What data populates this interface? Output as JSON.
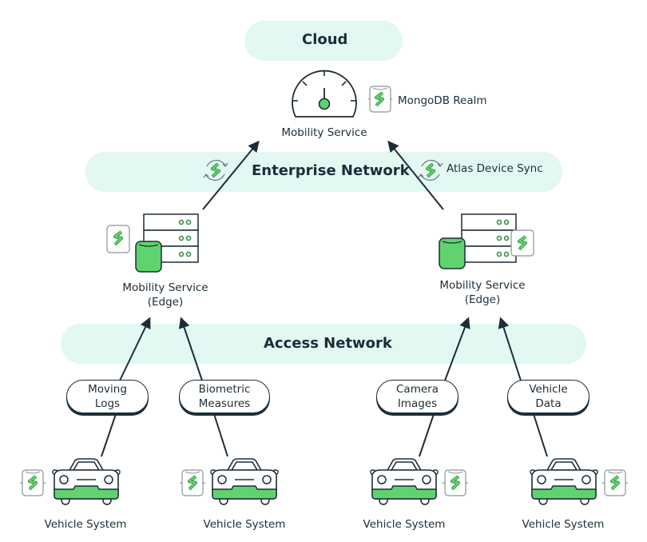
{
  "layers": {
    "cloud": "Cloud",
    "enterprise": "Enterprise Network",
    "access": "Access Network"
  },
  "cloud_node": {
    "label": "Mobility Service",
    "icon": "gauge-icon",
    "badge_label": "MongoDB Realm",
    "badge_icon": "realm-database-icon"
  },
  "sync": {
    "label": "Atlas Device Sync",
    "icon": "sync-icon"
  },
  "edge_nodes": [
    {
      "label_line1": "Mobility Service",
      "label_line2": "(Edge)",
      "icon": "server-rack-icon"
    },
    {
      "label_line1": "Mobility Service",
      "label_line2": "(Edge)",
      "icon": "server-rack-icon"
    }
  ],
  "data_flows": [
    {
      "line1": "Moving",
      "line2": "Logs"
    },
    {
      "line1": "Biometric",
      "line2": "Measures"
    },
    {
      "line1": "Camera",
      "line2": "Images"
    },
    {
      "line1": "Vehicle",
      "line2": "Data"
    }
  ],
  "vehicles": [
    {
      "label": "Vehicle System",
      "icon": "car-icon"
    },
    {
      "label": "Vehicle System",
      "icon": "car-icon"
    },
    {
      "label": "Vehicle System",
      "icon": "car-icon"
    },
    {
      "label": "Vehicle System",
      "icon": "car-icon"
    }
  ],
  "colors": {
    "band": "#e3f7f3",
    "accent_green": "#5fd36e",
    "ink": "#1c2d38"
  }
}
